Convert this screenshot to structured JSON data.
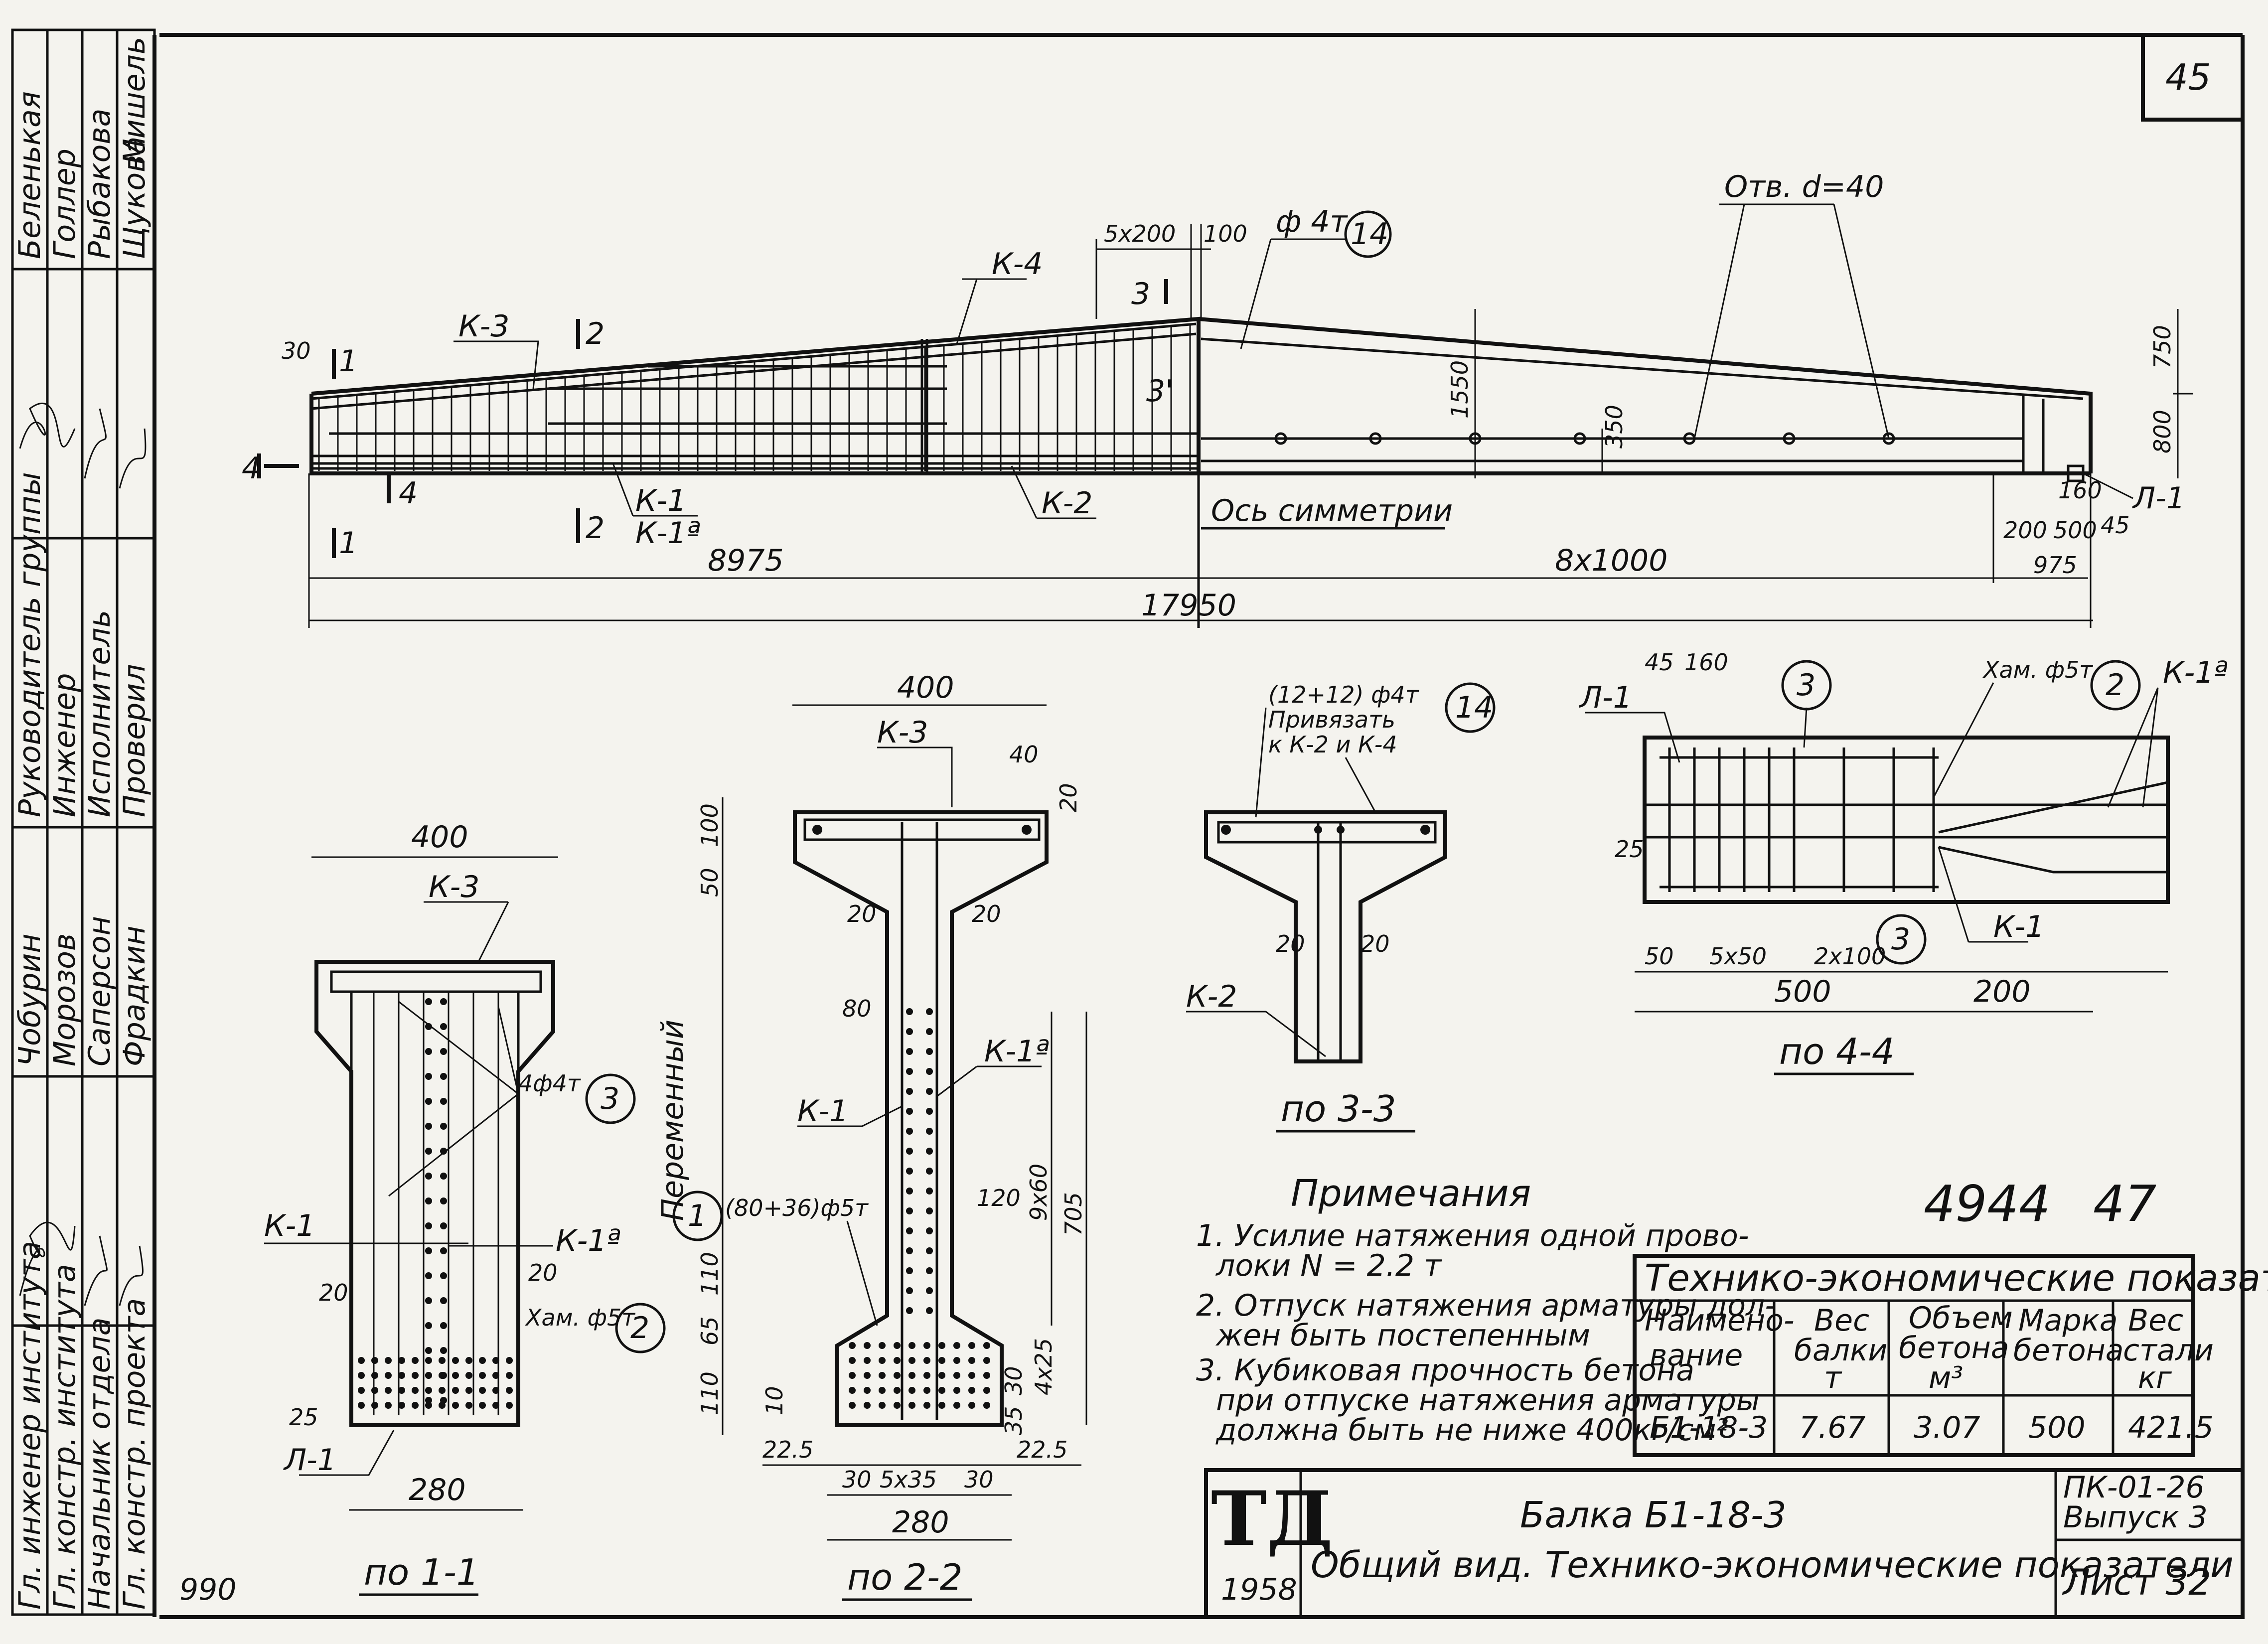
{
  "sheet": {
    "corner_number": "45",
    "stamp_number": "4944",
    "stamp_number2": "47",
    "bottom_note": "990"
  },
  "stamp": {
    "names": [
      "Беленькая",
      "Голлер",
      "Рыбакова",
      "Щукова",
      "Мишель",
      "Чобурин",
      "Морозов",
      "Саперсон",
      "Фрадкин"
    ],
    "roles": [
      "Руководитель группы",
      "Инженер",
      "Исполнитель",
      "Проверил",
      "Гл. инженер института",
      "Гл. констр. института",
      "Начальник отдела",
      "Гл. констр. проекта"
    ]
  },
  "elevation": {
    "labels": {
      "k3": "К-3",
      "k4": "К-4",
      "k1": "К-1",
      "k1a": "К-1ª",
      "k2": "К-2",
      "l1": "Л-1",
      "s1": "1",
      "s2": "2",
      "s3": "3",
      "s3p": "3'",
      "s4": "4",
      "phi4t": "ф 4т",
      "ref14": "14",
      "holes": "Отв. d=40",
      "axis": "Ось симметрии"
    },
    "dims": {
      "d30": "30",
      "d5x200": "5х200",
      "d100": "100",
      "d1550": "1550",
      "d350": "350",
      "d750": "750",
      "d800": "800",
      "d8975": "8975",
      "d8x1000": "8х1000",
      "d17950": "17950",
      "d200": "200",
      "d160": "160",
      "d500": "500",
      "d975": "975",
      "d45": "45"
    }
  },
  "sections": {
    "s11": {
      "title": "по 1-1",
      "d400": "400",
      "k3": "К-3",
      "bars": "4ф4т",
      "ref3": "3",
      "k1": "К-1",
      "k1a": "К-1ª",
      "d20a": "20",
      "d20b": "20",
      "xam": "Хам. ф5т",
      "ref2": "2",
      "d25": "25",
      "l1": "Л-1",
      "d280": "280"
    },
    "s22": {
      "title": "по 2-2",
      "d400": "400",
      "k3": "К-3",
      "d40": "40",
      "d20top": "20",
      "d100": "100",
      "d50": "50",
      "d20l": "20",
      "d20r": "20",
      "d80": "80",
      "k1a": "К-1ª",
      "k1": "К-1",
      "var": "Переменный",
      "ref1": "1",
      "wires": "(80+36)ф5т",
      "d120": "120",
      "d9x60": "9х60",
      "d705": "705",
      "d110": "110",
      "d65": "65",
      "d110b": "110",
      "d10": "10",
      "d4x25": "4х25",
      "d30": "30",
      "d35": "35",
      "d22a": "22.5",
      "d22b": "22.5",
      "d30a": "30",
      "d5x35": "5х35",
      "d30b": "30",
      "d280": "280"
    },
    "s33": {
      "title": "по 3-3",
      "wires": "(12+12) ф4т",
      "ref14": "14",
      "tie1": "Привязать",
      "tie2": "к К-2 и К-4",
      "d20l": "20",
      "d20r": "20",
      "k2": "К-2"
    },
    "s44": {
      "title": "по 4-4",
      "d45": "45",
      "d160": "160",
      "ref3a": "3",
      "xam": "Хам. ф5т",
      "ref2": "2",
      "k1a": "К-1ª",
      "l1": "Л-1",
      "d25": "25",
      "ref3b": "3",
      "k1": "К-1",
      "d50": "50",
      "d5x50": "5х50",
      "d2x100": "2х100",
      "d500": "500",
      "d200": "200"
    }
  },
  "notes": {
    "title": "Примечания",
    "lines": [
      "1. Усилие натяжения одной прово-",
      "локи  N = 2.2 т",
      "2. Отпуск натяжения арматуры дол-",
      "жен быть постепенным",
      "3. Кубиковая прочность бетона",
      "при отпуске натяжения арматуры",
      "должна быть не  ниже  400кг/см²"
    ]
  },
  "table": {
    "title": "Технико-экономические показатели",
    "headers": [
      [
        "Наимено-",
        "вание"
      ],
      [
        "Вес",
        "балки",
        "т"
      ],
      [
        "Объем",
        "бетона",
        "м³"
      ],
      [
        "Марка",
        "бетона"
      ],
      [
        "Вес",
        "стали",
        "кг"
      ]
    ],
    "row": [
      "Б1-18-3",
      "7.67",
      "3.07",
      "500",
      "421.5"
    ]
  },
  "titleblock": {
    "logo": "ТД",
    "year": "1958",
    "title1": "Балка Б1-18-3",
    "title2": "Общий вид. Технико-экономические показатели",
    "series1": "ПК-01-26",
    "series2": "Выпуск 3",
    "sheet": "Лист 32"
  }
}
